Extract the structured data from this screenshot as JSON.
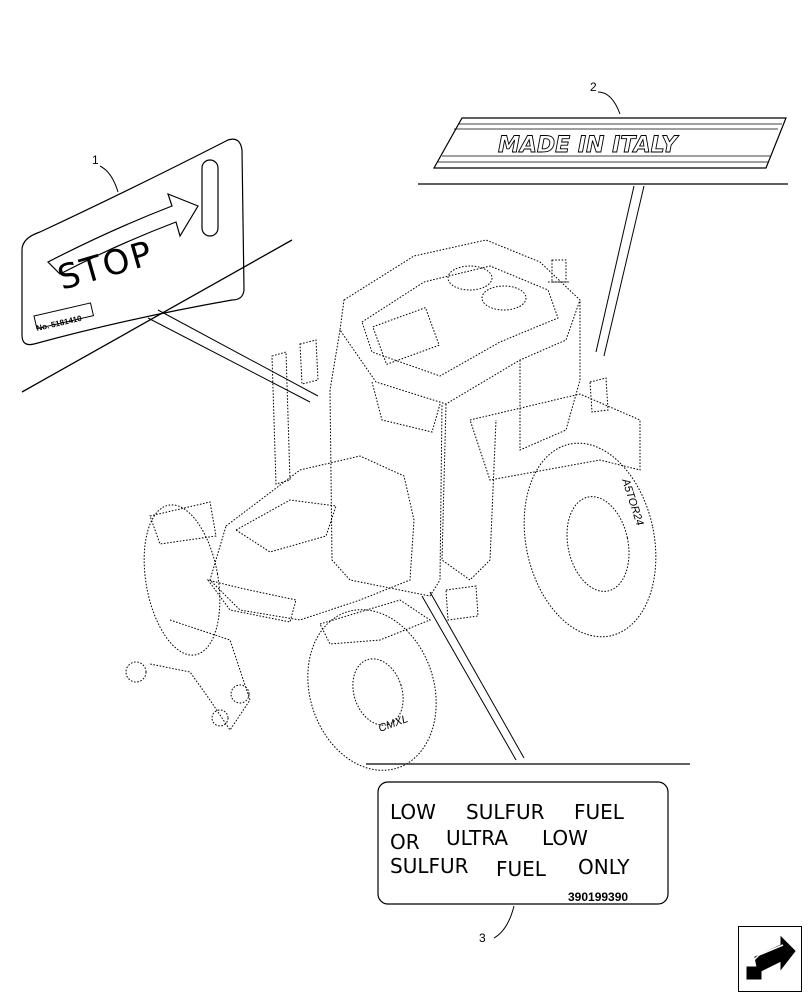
{
  "callouts": [
    "1",
    "2",
    "3"
  ],
  "label_stop": {
    "word": "STOP",
    "part_number": "No. 5181410"
  },
  "label_made_in_italy": {
    "text": "MADE IN ITALY"
  },
  "label_fuel": {
    "line1": [
      "LOW",
      "SULFUR",
      "FUEL"
    ],
    "line2": [
      "OR",
      "ULTRA",
      "LOW"
    ],
    "line3": [
      "SULFUR",
      "FUEL",
      "ONLY"
    ],
    "part_number": "390199390"
  },
  "tractor": {
    "tire_text_rear": "A5TOR24",
    "tire_text_front": "CMXL"
  },
  "nav": {
    "icon": "return-arrow-icon"
  }
}
